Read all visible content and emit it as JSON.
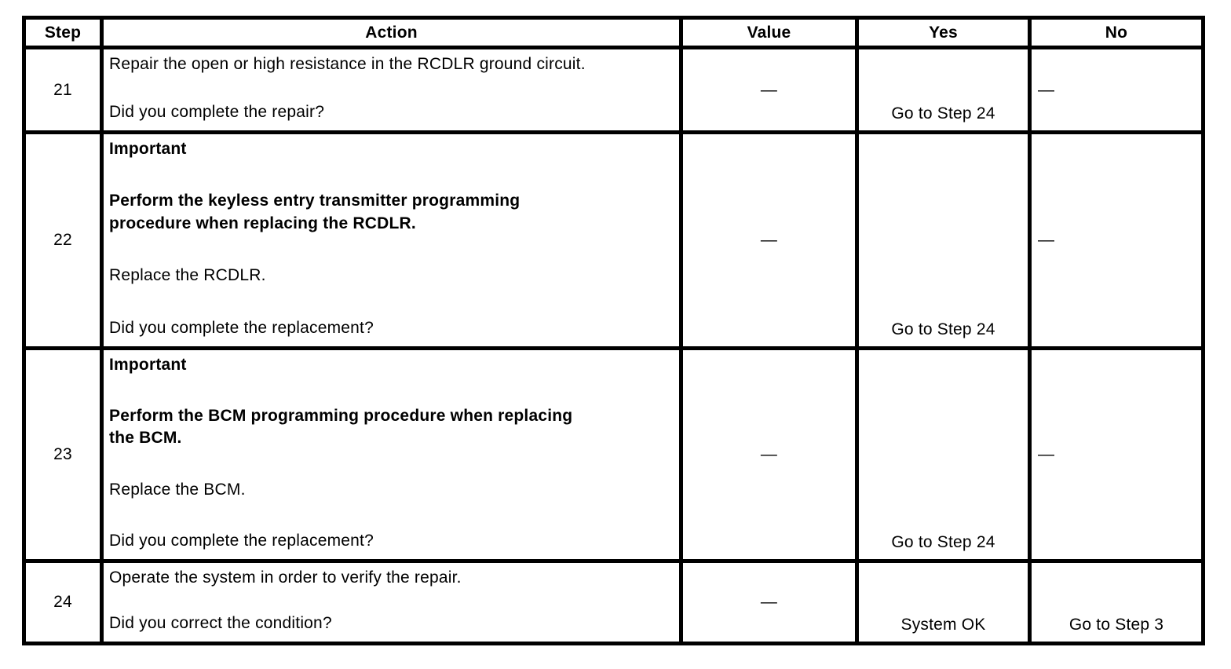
{
  "table": {
    "headers": [
      "Step",
      "Action",
      "Value",
      "Yes",
      "No"
    ],
    "dash": "—",
    "rows": [
      {
        "step": "21",
        "action": [
          {
            "text": "Repair the open or high resistance in the RCDLR ground circuit.",
            "bold": false
          },
          {
            "text": "Did you complete the repair?",
            "bold": false
          }
        ],
        "value": "—",
        "yes": "Go to Step 24",
        "no": "—"
      },
      {
        "step": "22",
        "action": [
          {
            "text": "Important",
            "bold": true
          },
          {
            "text": "Perform the keyless entry transmitter programming\nprocedure when replacing the RCDLR.",
            "bold": true
          },
          {
            "text": "Replace the RCDLR.",
            "bold": false
          },
          {
            "text": "Did you complete the replacement?",
            "bold": false
          }
        ],
        "value": "—",
        "yes": "Go to Step 24",
        "no": "—"
      },
      {
        "step": "23",
        "action": [
          {
            "text": "Important",
            "bold": true
          },
          {
            "text": "Perform the BCM programming procedure when replacing\nthe BCM.",
            "bold": true
          },
          {
            "text": "Replace the BCM.",
            "bold": false
          },
          {
            "text": "Did you complete the replacement?",
            "bold": false
          }
        ],
        "value": "—",
        "yes": "Go to Step 24",
        "no": "—"
      },
      {
        "step": "24",
        "action": [
          {
            "text": "Operate the system in order to verify the repair.",
            "bold": false
          },
          {
            "text": "Did you correct the condition?",
            "bold": false
          }
        ],
        "value": "—",
        "yes": "System OK",
        "no": "Go to Step 3"
      }
    ]
  }
}
